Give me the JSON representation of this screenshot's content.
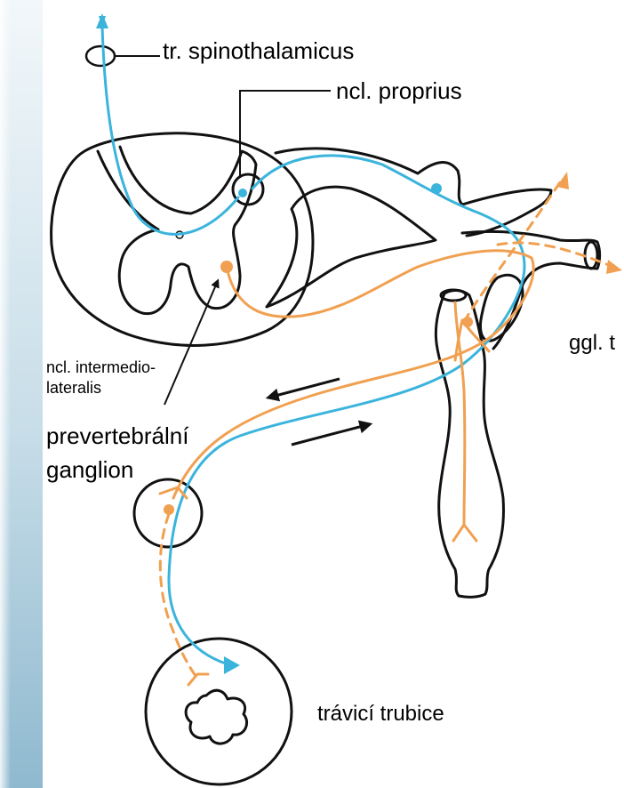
{
  "labels": {
    "spinothalamicus": "tr. spinothalamicus",
    "proprius": "ncl. proprius",
    "intermedio_line1": "ncl. intermedio-",
    "intermedio_line2": "lateralis",
    "prevertebral_line1": "prevertebrální",
    "prevertebral_line2": "ganglion",
    "ggl": "ggl. t",
    "travici": "trávicí trubice"
  },
  "colors": {
    "afferent": "#3bb4dc",
    "efferent": "#f0a050",
    "outline": "#111111",
    "sidebar": "#8fb9cf"
  }
}
